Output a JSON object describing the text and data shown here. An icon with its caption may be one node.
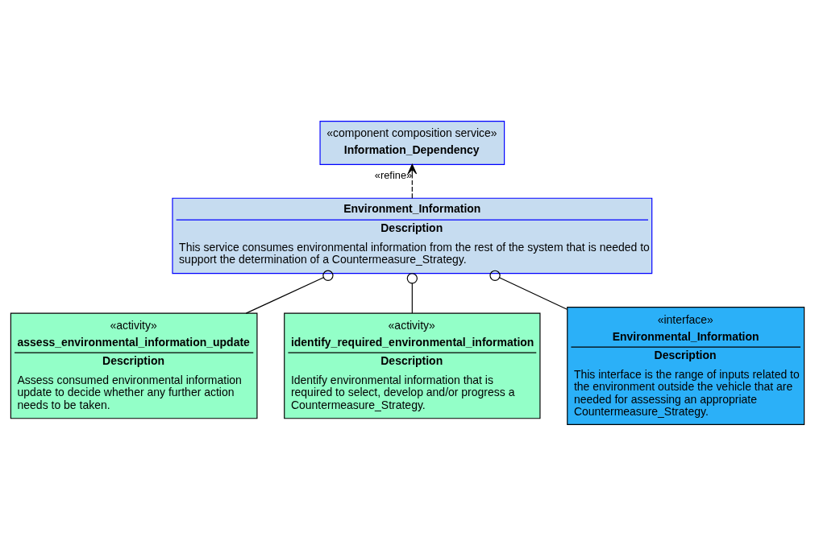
{
  "diagram": {
    "nodes": [
      {
        "text": [
          "«component composition service»",
          "Information_Dependency"
        ]
      },
      {
        "text": [
          "Environment_Information",
          "Description",
          "This service consumes environmental information from the rest of the system that is needed to support the determination of a Countermeasure_Strategy."
        ]
      },
      {
        "text": [
          "«activity»",
          "assess_environmental_information_update",
          "Description",
          "Assess consumed environmental information update to decide whether any further action needs to be taken."
        ]
      },
      {
        "text": [
          "«activity»",
          "identify_required_environmental_information",
          "Description",
          "Identify environmental information that is required to select, develop and/or progress a Countermeasure_Strategy."
        ]
      },
      {
        "text": [
          "«interface»",
          "Environmental_Information",
          "Description",
          "This interface is the range of inputs related to the environment outside the vehicle that are needed for assessing an appropriate Countermeasure_Strategy."
        ]
      }
    ],
    "edges": [
      {
        "from": 1,
        "to": 0,
        "arrow": "to",
        "label": "«refine»",
        "style": "dashed"
      },
      {
        "from": 1,
        "to": 2,
        "arrow": "other"
      },
      {
        "from": 1,
        "to": 3,
        "arrow": "other"
      },
      {
        "from": 1,
        "to": 4,
        "arrow": "other"
      }
    ]
  }
}
